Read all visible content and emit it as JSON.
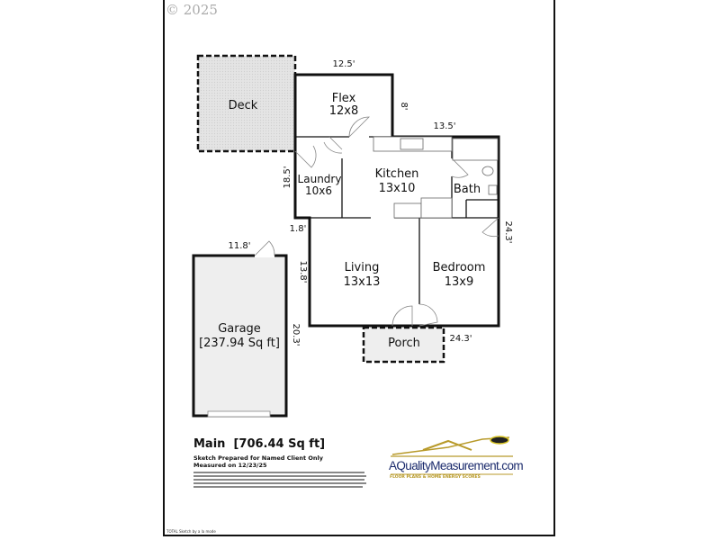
{
  "copyright": "© 2025",
  "rooms": {
    "deck": {
      "name": "Deck"
    },
    "flex": {
      "name": "Flex",
      "size": "12x8"
    },
    "laundry": {
      "name": "Laundry",
      "size": "10x6"
    },
    "kitchen": {
      "name": "Kitchen",
      "size": "13x10"
    },
    "bath": {
      "name": "Bath"
    },
    "living": {
      "name": "Living",
      "size": "13x13"
    },
    "bedroom": {
      "name": "Bedroom",
      "size": "13x9"
    },
    "porch": {
      "name": "Porch"
    },
    "garage": {
      "name": "Garage",
      "area": "[237.94 Sq ft]"
    }
  },
  "dimensions": {
    "flex_top": "12.5'",
    "flex_right": "8'",
    "kitchen_top": "13.5'",
    "left_side": "18.5'",
    "step": "1.8'",
    "right_side": "24.3'",
    "bottom": "24.3'",
    "living_left": "13.8'",
    "garage_top": "11.8'",
    "garage_right": "20.3'"
  },
  "summary": {
    "title": "Main  [706.44 Sq ft]",
    "prepared": "Sketch Prepared for Named Client Only",
    "measured": "Measured on 12/23/25"
  },
  "logo": {
    "name": "AQualityMeasurement.com",
    "tagline": "FLOOR PLANS & HOME ENERGY SCORES"
  },
  "credit": "TOTAL Sketch by a la mode",
  "colors": {
    "wall": "#111111",
    "fill": "#eeeeee",
    "logo_blue": "#1a2a6c",
    "logo_gold": "#b89a2a"
  }
}
